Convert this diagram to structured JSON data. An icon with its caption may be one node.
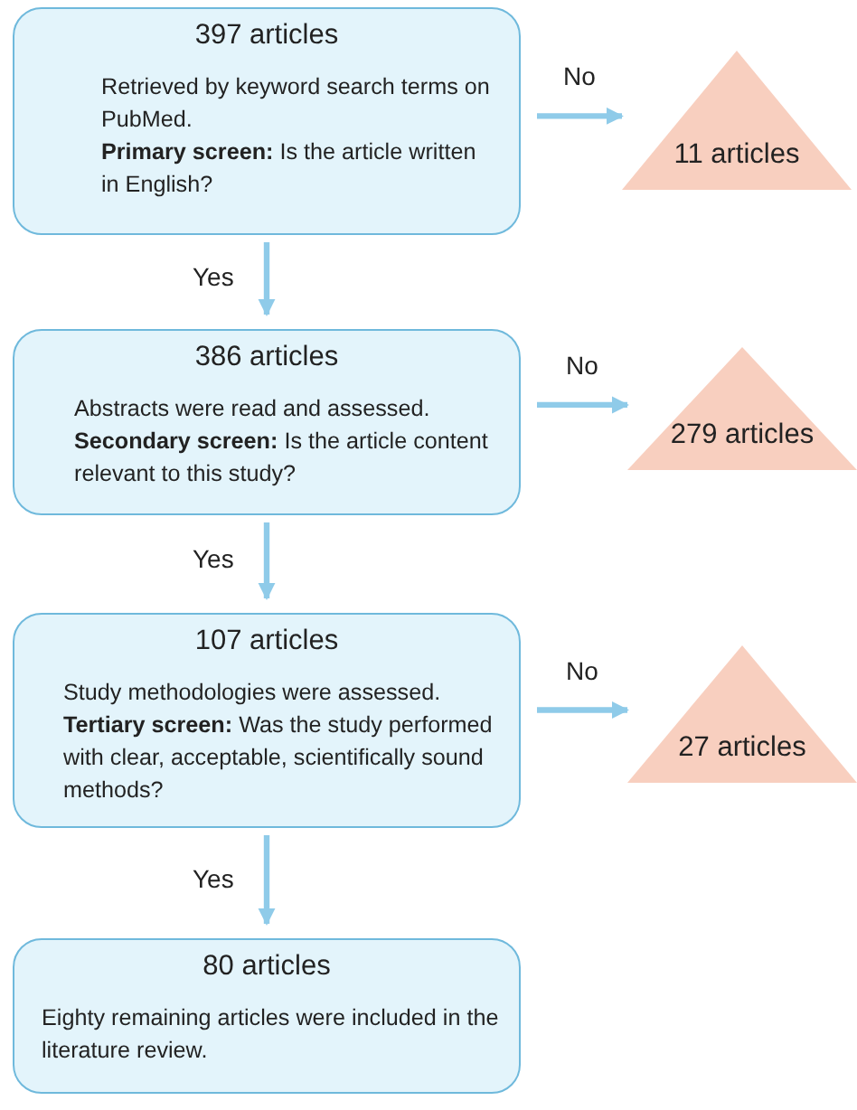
{
  "diagram": {
    "nodes": [
      {
        "text": [
          "397 articles",
          "Retrieved by keyword search terms on PubMed.",
          "**Primary screen:** Is the article written in English?"
        ]
      },
      {
        "text": [
          "11 articles"
        ]
      },
      {
        "text": [
          "386 articles",
          "Abstracts were read and assessed.",
          "**Secondary screen:**  Is the article content relevant to this study?"
        ]
      },
      {
        "text": [
          "279 articles"
        ]
      },
      {
        "text": [
          "107 articles",
          "Study methodologies were assessed.",
          "**Tertiary screen:**  Was the study performed with clear, acceptable, scientifically sound methods?"
        ]
      },
      {
        "text": [
          "27 articles"
        ]
      },
      {
        "text": [
          "80 articles",
          "Eighty remaining articles were included in the literature review."
        ]
      }
    ],
    "edges": [
      {
        "from": 0,
        "to": 1,
        "arrow": "to",
        "label": "No"
      },
      {
        "from": 0,
        "to": 2,
        "arrow": "to",
        "label": "Yes"
      },
      {
        "from": 2,
        "to": 3,
        "arrow": "to",
        "label": "No"
      },
      {
        "from": 2,
        "to": 4,
        "arrow": "to",
        "label": "Yes"
      },
      {
        "from": 4,
        "to": 5,
        "arrow": "to",
        "label": "No"
      },
      {
        "from": 4,
        "to": 6,
        "arrow": "to",
        "label": "Yes"
      }
    ]
  }
}
